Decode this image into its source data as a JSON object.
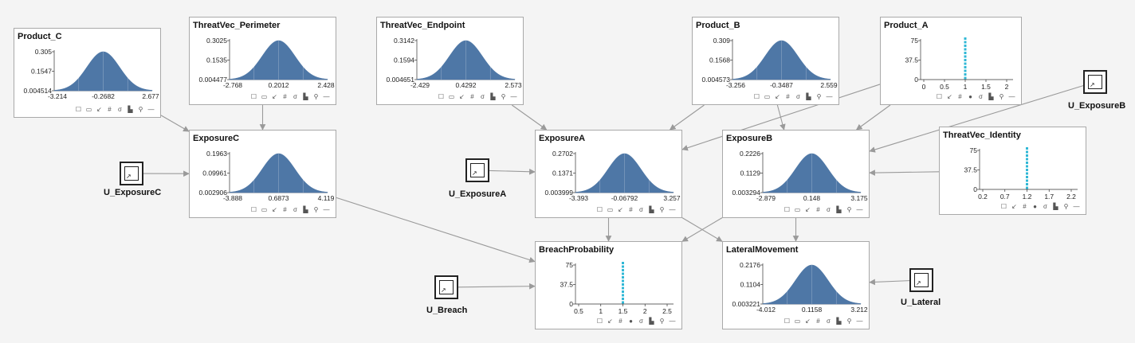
{
  "nodes": [
    {
      "id": "n_product_c",
      "name": "product-c-node",
      "title": "Product_C",
      "type": "normal",
      "mean": -0.2682,
      "sd": 1.0,
      "yticks": [
        "0.305",
        "0.1547",
        "0.004514"
      ],
      "xticks": [
        "-3.214",
        "-0.2682",
        "2.677"
      ]
    },
    {
      "id": "n_tv_perimeter",
      "name": "threatvec-perimeter-node",
      "title": "ThreatVec_Perimeter",
      "type": "normal",
      "mean": 0.2012,
      "sd": 0.8,
      "yticks": [
        "0.3025",
        "0.1535",
        "0.004477"
      ],
      "xticks": [
        "-2.768",
        "0.2012",
        "2.428"
      ]
    },
    {
      "id": "n_tv_endpoint",
      "name": "threatvec-endpoint-node",
      "title": "ThreatVec_Endpoint",
      "type": "normal",
      "mean": 0.4292,
      "sd": 0.85,
      "yticks": [
        "0.3142",
        "0.1594",
        "0.004651"
      ],
      "xticks": [
        "-2.429",
        "0.4292",
        "2.573"
      ]
    },
    {
      "id": "n_product_b",
      "name": "product-b-node",
      "title": "Product_B",
      "type": "normal",
      "mean": -0.3487,
      "sd": 1.0,
      "yticks": [
        "0.309",
        "0.1568",
        "0.004573"
      ],
      "xticks": [
        "-3.256",
        "-0.3487",
        "2.559"
      ]
    },
    {
      "id": "n_product_a",
      "name": "product-a-node",
      "title": "Product_A",
      "type": "discrete",
      "value": 1,
      "yticks": [
        "75",
        "37.5",
        "0"
      ],
      "xticks": [
        "0",
        "0.5",
        "1",
        "1.5",
        "2"
      ]
    },
    {
      "id": "n_exposure_c",
      "name": "exposurec-node",
      "title": "ExposureC",
      "type": "normal",
      "mean": 0.6873,
      "sd": 1.1,
      "yticks": [
        "0.1963",
        "0.09961",
        "0.002906"
      ],
      "xticks": [
        "-3.888",
        "0.6873",
        "4.119"
      ]
    },
    {
      "id": "n_exposure_a",
      "name": "exposurea-node",
      "title": "ExposureA",
      "type": "normal",
      "mean": -0.06792,
      "sd": 1.0,
      "yticks": [
        "0.2702",
        "0.1371",
        "0.003999"
      ],
      "xticks": [
        "-3.393",
        "-0.06792",
        "3.257"
      ]
    },
    {
      "id": "n_exposure_b",
      "name": "exposureb-node",
      "title": "ExposureB",
      "type": "normal",
      "mean": 0.148,
      "sd": 1.0,
      "yticks": [
        "0.2226",
        "0.1129",
        "0.003294"
      ],
      "xticks": [
        "-2.879",
        "0.148",
        "3.175"
      ]
    },
    {
      "id": "n_tv_identity",
      "name": "threatvec-identity-node",
      "title": "ThreatVec_Identity",
      "type": "discrete",
      "value": 1.2,
      "yticks": [
        "75",
        "37.5",
        "0"
      ],
      "xticks": [
        "0.2",
        "0.7",
        "1.2",
        "1.7",
        "2.2"
      ]
    },
    {
      "id": "n_breach",
      "name": "breachprobability-node",
      "title": "BreachProbability",
      "type": "discrete",
      "value": 1.5,
      "yticks": [
        "75",
        "37.5",
        "0"
      ],
      "xticks": [
        "0.5",
        "1",
        "1.5",
        "2",
        "2.5"
      ]
    },
    {
      "id": "n_lateral",
      "name": "lateralmovement-node",
      "title": "LateralMovement",
      "type": "normal",
      "mean": 0.1158,
      "sd": 1.0,
      "yticks": [
        "0.2176",
        "0.1104",
        "0.003221"
      ],
      "xticks": [
        "-4.012",
        "0.1158",
        "3.212"
      ]
    }
  ],
  "utility_nodes": [
    {
      "id": "u_exposure_c",
      "name": "u-exposurec-node",
      "label": "U_ExposureC"
    },
    {
      "id": "u_exposure_a",
      "name": "u-exposurea-node",
      "label": "U_ExposureA"
    },
    {
      "id": "u_exposure_b",
      "name": "u-exposureb-node",
      "label": "U_ExposureB"
    },
    {
      "id": "u_breach",
      "name": "u-breach-node",
      "label": "U_Breach"
    },
    {
      "id": "u_lateral",
      "name": "u-lateral-node",
      "label": "U_Lateral"
    }
  ],
  "edges": [
    [
      "n_product_c",
      "n_exposure_c"
    ],
    [
      "n_tv_perimeter",
      "n_exposure_c"
    ],
    [
      "u_exposure_c",
      "n_exposure_c"
    ],
    [
      "n_tv_endpoint",
      "n_exposure_a"
    ],
    [
      "n_product_b",
      "n_exposure_a"
    ],
    [
      "n_product_b",
      "n_exposure_b"
    ],
    [
      "n_product_a",
      "n_exposure_a"
    ],
    [
      "n_product_a",
      "n_exposure_b"
    ],
    [
      "u_exposure_a",
      "n_exposure_a"
    ],
    [
      "u_exposure_b",
      "n_exposure_b"
    ],
    [
      "n_tv_identity",
      "n_exposure_b"
    ],
    [
      "n_exposure_c",
      "n_breach"
    ],
    [
      "n_exposure_a",
      "n_breach"
    ],
    [
      "n_exposure_a",
      "n_lateral"
    ],
    [
      "n_exposure_b",
      "n_breach"
    ],
    [
      "n_exposure_b",
      "n_lateral"
    ],
    [
      "u_breach",
      "n_breach"
    ],
    [
      "u_lateral",
      "n_lateral"
    ]
  ],
  "toolbar_normal": [
    {
      "name": "table-view-icon",
      "glyph": "☐"
    },
    {
      "name": "monitor-icon",
      "glyph": "▭"
    },
    {
      "name": "arrow-icon",
      "glyph": "↙"
    },
    {
      "name": "grid-icon",
      "glyph": "#"
    },
    {
      "name": "sigma-icon",
      "glyph": "σ"
    },
    {
      "name": "bar-chart-icon",
      "glyph": "▙"
    },
    {
      "name": "zoom-icon",
      "glyph": "⚲"
    },
    {
      "name": "collapse-icon",
      "glyph": "—"
    }
  ],
  "toolbar_discrete": [
    {
      "name": "table-view-icon",
      "glyph": "☐"
    },
    {
      "name": "arrow-icon",
      "glyph": "↙"
    },
    {
      "name": "grid-icon",
      "glyph": "#"
    },
    {
      "name": "dot-icon",
      "glyph": "●"
    },
    {
      "name": "sigma-icon",
      "glyph": "σ"
    },
    {
      "name": "bar-chart-icon",
      "glyph": "▙"
    },
    {
      "name": "zoom-icon",
      "glyph": "⚲"
    },
    {
      "name": "collapse-icon",
      "glyph": "—"
    }
  ],
  "colors": {
    "curve_fill": "#4e77a6",
    "discrete_line": "#30b8d6",
    "edge": "#9a9a9a",
    "axis": "#333333"
  }
}
